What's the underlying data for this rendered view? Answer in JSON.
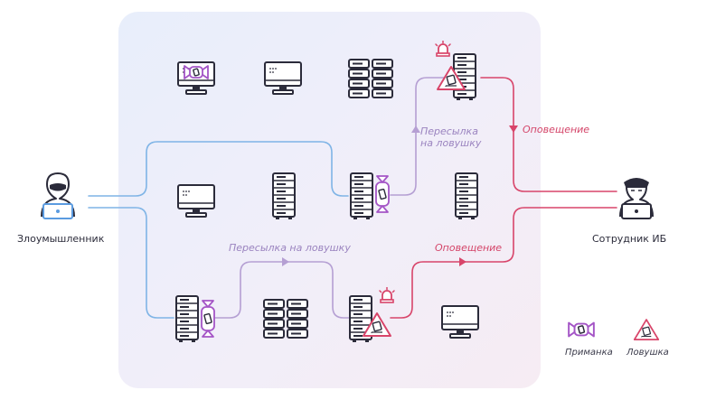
{
  "actors": {
    "attacker": "Злоумышленник",
    "security_officer": "Сотрудник ИБ"
  },
  "annotations": {
    "redirect_top_line1": "Пересылка",
    "redirect_top_line2": "на ловушку",
    "redirect_bottom": "Пересылка на ловушку",
    "alert_top": "Оповещение",
    "alert_bottom": "Оповещение"
  },
  "legend": {
    "bait": "Приманка",
    "trap": "Ловушка"
  },
  "colors": {
    "panel_background": "#eef0fa",
    "attacker_path": "#7fb4e6",
    "redirect_path": "#b59fd3",
    "alert_path": "#d8456a",
    "bait_accent": "#a455c6",
    "trap_accent": "#d8456a",
    "outline": "#2b2b3a"
  },
  "icons": {
    "bait": "candy-bait-icon",
    "trap": "warning-triangle-trap-icon",
    "alarm": "siren-icon",
    "server": "server-rack-icon",
    "monitor": "monitor-icon",
    "attacker": "hooded-hacker-icon",
    "officer": "security-officer-icon"
  }
}
